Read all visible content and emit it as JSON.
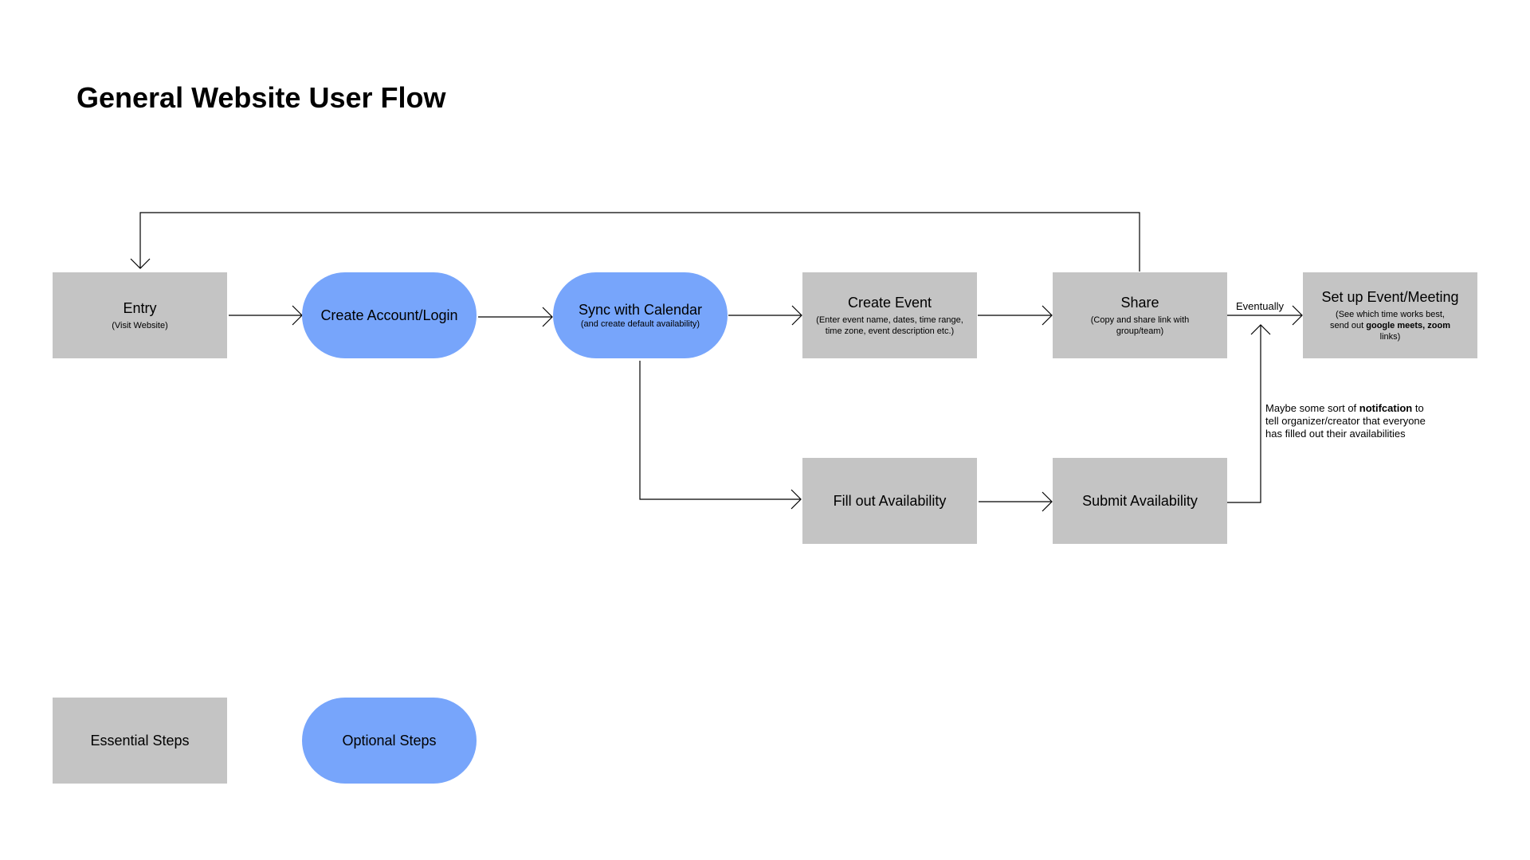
{
  "title": "General Website User Flow",
  "nodes": {
    "entry": {
      "label": "Entry",
      "sub": "(Visit Website)"
    },
    "create_account": {
      "label": "Create Account/Login"
    },
    "sync_calendar": {
      "label": "Sync with Calendar",
      "sub": "(and create default availability)"
    },
    "create_event": {
      "label": "Create Event",
      "sub": "(Enter event name, dates, time range, time zone, event description etc.)"
    },
    "share": {
      "label": "Share",
      "sub": "(Copy and share link with group/team)"
    },
    "setup_event": {
      "label": "Set up Event/Meeting",
      "sub_part1": "(See which time works best, send out ",
      "sub_bold1": "google meets, zoom",
      "sub_part2": " links)"
    },
    "fill_availability": {
      "label": "Fill out Availability"
    },
    "submit_availability": {
      "label": "Submit Availability"
    }
  },
  "edge_labels": {
    "eventually": "Eventually"
  },
  "note": {
    "part1": "Maybe some sort of ",
    "bold": "notifcation",
    "part2": " to tell organizer/creator that everyone has filled out their availabilities"
  },
  "legend": {
    "essential": "Essential Steps",
    "optional": "Optional Steps"
  },
  "colors": {
    "essential_fill": "#c4c4c4",
    "optional_fill": "#77a5fb",
    "line": "#000000"
  }
}
